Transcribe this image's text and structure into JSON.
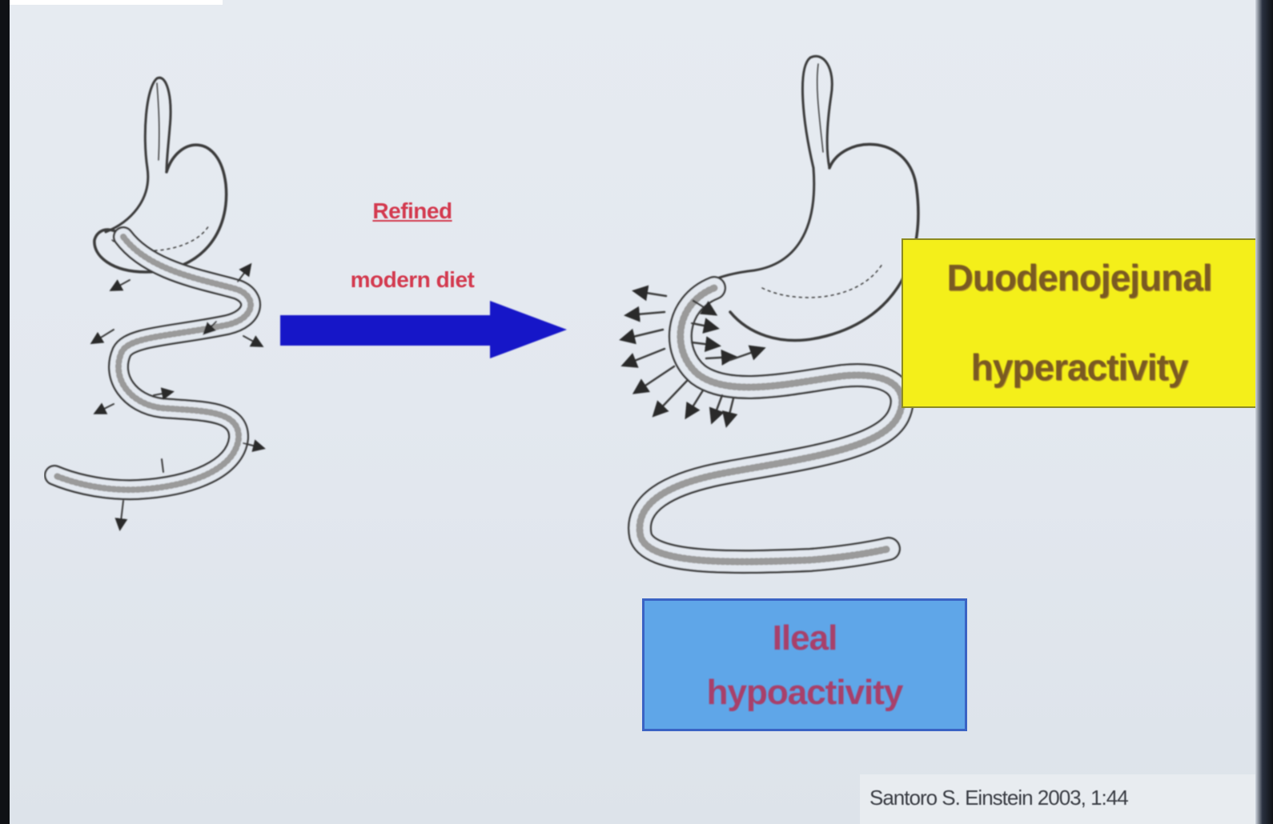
{
  "slide": {
    "arrow_label_line1": "Refined",
    "arrow_label_line2": "modern diet",
    "duodeno_line1": "Duodenojejunal",
    "duodeno_line2": "hyperactivity",
    "ileal_line1": "Ileal",
    "ileal_line2": "hypoactivity",
    "citation": "Santoro S. Einstein 2003, 1:44"
  },
  "colors": {
    "background": "#e3e8ef",
    "arrow": "#1212c8",
    "arrow_label": "#d33a4f",
    "duodeno_box": "#f4ef1a",
    "ileal_box": "#5fa6e8",
    "drawing_stroke": "#3a3a3a"
  },
  "icons": {
    "left_drawing": "normal-gut-drawing",
    "right_drawing": "modern-gut-drawing",
    "arrow": "right-arrow-icon"
  }
}
